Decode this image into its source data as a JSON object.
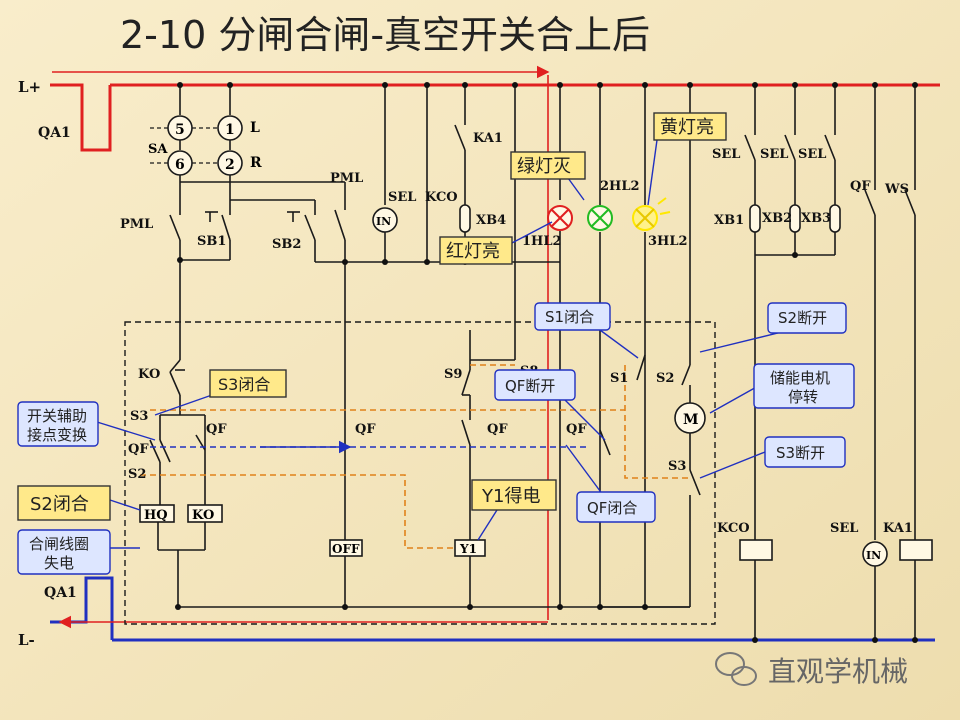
{
  "title": "2-10  分闸合闸-真空开关合上后",
  "rails": {
    "positive": "L+",
    "negative": "L-"
  },
  "labels": {
    "qa1_top": "QA1",
    "qa1_bot": "QA1",
    "sa": "SA",
    "sa5": "5",
    "sa1": "1",
    "sa6": "6",
    "sa2": "2",
    "L": "L",
    "R": "R",
    "pml_left": "PML",
    "pml_mid": "PML",
    "sb1": "SB1",
    "sb2": "SB2",
    "sel1": "SEL",
    "kco1": "KCO",
    "in1": "IN",
    "ka1_top": "KA1",
    "xb4": "XB4",
    "hl1": "1HL2",
    "hl2": "2HL2",
    "hl3": "3HL2",
    "sel_a": "SEL",
    "sel_b": "SEL",
    "sel_c": "SEL",
    "xb1": "XB1",
    "xb2": "XB2",
    "xb3": "XB3",
    "qf_top": "QF",
    "ws": "WS",
    "ko": "KO",
    "s3_left": "S3",
    "qf_l": "QF",
    "s2_left": "S2",
    "qf_c1": "QF",
    "qf_c2": "QF",
    "qf_c3": "QF",
    "qf_c4": "QF",
    "s9": "S9",
    "s8": "S8",
    "s1": "S1",
    "s2": "S2",
    "s3": "S3",
    "m": "M",
    "hq": "HQ",
    "ko_box": "KO",
    "off": "OFF",
    "y1": "Y1",
    "kco_bot": "KCO",
    "sel_bot": "SEL",
    "in_bot": "IN",
    "ka1_bot": "KA1"
  },
  "callouts": {
    "yellow_on": "黄灯亮",
    "green_off": "绿灯灭",
    "red_on": "红灯亮",
    "s1_closed": "S1闭合",
    "s2_open": "S2断开",
    "s3_closed": "S3闭合",
    "qf_open": "QF断开",
    "aux_switch": [
      "开关辅助",
      "接点变换"
    ],
    "motor_stop": [
      "储能电机",
      "停转"
    ],
    "s3_open": "S3断开",
    "s2_closed": "S2闭合",
    "y1_on": "Y1得电",
    "qf_closed": "QF闭合",
    "coil_off": [
      "合闸线圈",
      "失电"
    ]
  },
  "watermark": "直观学机械",
  "colors": {
    "background": "#f3e6c0",
    "positive_rail": "#e02020",
    "negative_rail": "#2030c0",
    "wire": "#1a1a1a",
    "callout_yellow": "#ffe98a",
    "callout_blue": "#dde6ff",
    "lamp_red": "#e02020",
    "lamp_green": "#22bb22",
    "lamp_yellow": "#ffe800",
    "dash_orange": "#e0821a"
  },
  "icons": [
    "wechat-icon"
  ]
}
